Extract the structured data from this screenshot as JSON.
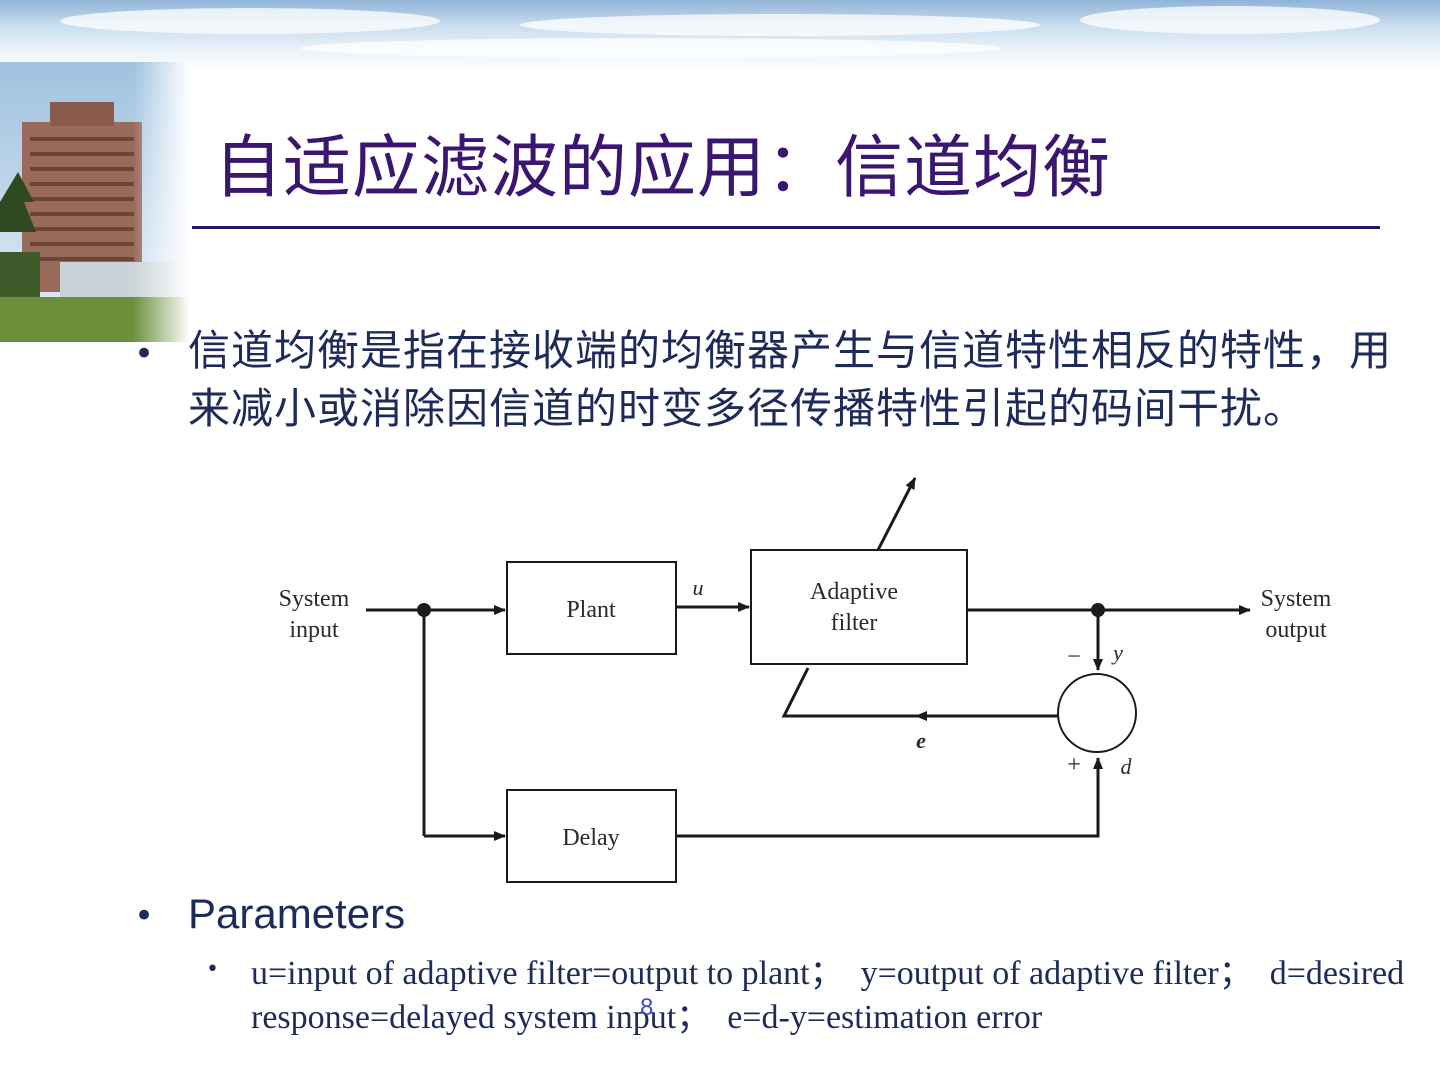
{
  "slide": {
    "title": "自适应滤波的应用：信道均衡",
    "bullets": [
      {
        "text": "信道均衡是指在接收端的均衡器产生与信道特性相反的特性，用来减小或消除因信道的时变多径传播特性引起的码间干扰。"
      },
      {
        "text": "Parameters"
      }
    ],
    "sub_bullet": "u=input of adaptive filter=output to plant；  y=output of adaptive filter；  d=desired response=delayed system input；  e=d-y=estimation error",
    "page_number": "8"
  },
  "diagram": {
    "system_input": [
      "System",
      "input"
    ],
    "system_output": [
      "System",
      "output"
    ],
    "plant": "Plant",
    "adaptive_filter": [
      "Adaptive",
      "filter"
    ],
    "delay": "Delay",
    "u": "u",
    "y": "y",
    "e": "e",
    "d": "d",
    "minus": "−",
    "plus": "+"
  },
  "colors": {
    "title": "#3b1670",
    "text": "#1e2a5a",
    "rule": "#1e1a6b",
    "page_number": "#3c4cc8"
  }
}
